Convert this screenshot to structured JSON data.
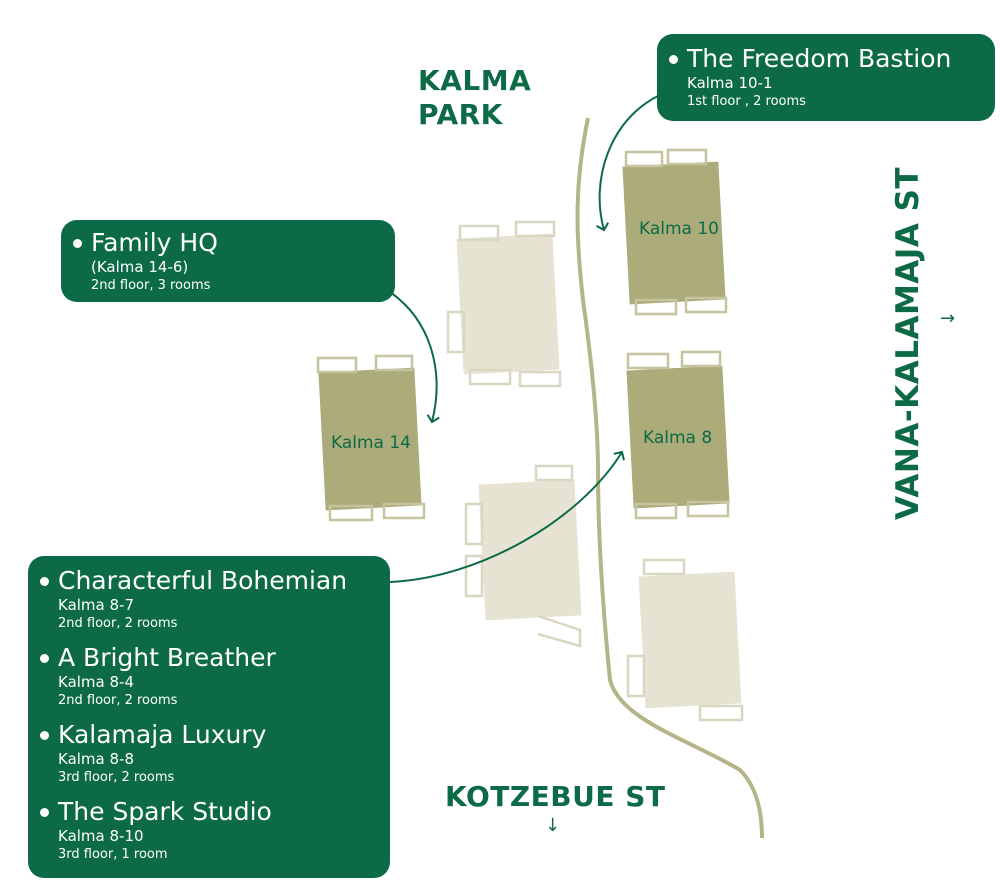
{
  "streets": {
    "park": [
      "KALMA",
      "PARK"
    ],
    "kotzebue": "KOTZEBUE ST",
    "kotzebue_arrow": "↓",
    "vana_kalamaja": "VANA-KALAMAJA ST",
    "vana_arrow": "→"
  },
  "buildings": {
    "kalma10": "Kalma 10",
    "kalma14": "Kalma 14",
    "kalma8": "Kalma 8"
  },
  "callouts": {
    "freedom": {
      "name": "The Freedom Bastion",
      "address": "Kalma 10-1",
      "details": "1st floor , 2 rooms"
    },
    "family": {
      "name": "Family HQ",
      "address": "(Kalma 14-6)",
      "details": "2nd floor, 3 rooms"
    },
    "kalma8_apartments": [
      {
        "name": "Characterful Bohemian",
        "address": "Kalma 8-7",
        "details": "2nd floor, 2 rooms"
      },
      {
        "name": "A Bright Breather",
        "address": "Kalma 8-4",
        "details": "2nd floor, 2 rooms"
      },
      {
        "name": "Kalamaja Luxury",
        "address": "Kalma 8-8",
        "details": "3rd floor, 2 rooms"
      },
      {
        "name": "The Spark Studio",
        "address": "Kalma 8-10",
        "details": "3rd floor, 1 room"
      }
    ]
  },
  "colors": {
    "brand_green": "#0c6b46",
    "highlight_building": "#acab7a",
    "other_building": "#e6e3d3",
    "road": "#b5b486"
  }
}
